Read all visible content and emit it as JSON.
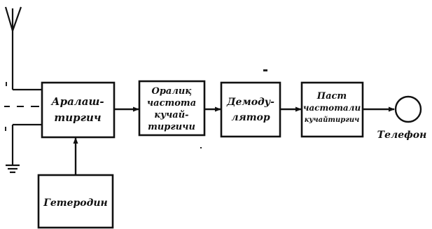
{
  "diagram": {
    "blocks": {
      "mixer": [
        "Аралаш-",
        "тиргич"
      ],
      "if_amp": [
        "Оралиқ",
        "частота",
        "кучай-",
        "тиргичи"
      ],
      "demod": [
        "Демоду-",
        "лятор"
      ],
      "lf_amp": [
        "Паст",
        "частотали",
        "кучайтиргич"
      ],
      "lo": [
        "Гетеродин"
      ]
    },
    "phone_label": "Телефон"
  }
}
